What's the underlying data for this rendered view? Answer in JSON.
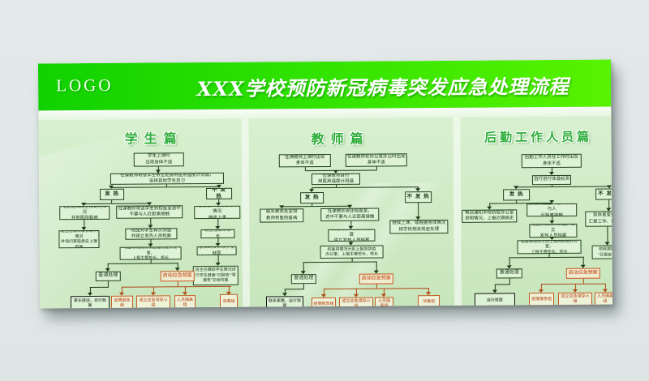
{
  "poster": {
    "header": {
      "logo": "LOGO",
      "title": "XXX学校预防新冠病毒突发应急处理流程"
    },
    "colors": {
      "header_green_left": "#10d100",
      "header_green_right": "#58f300",
      "panel_green": "#d2ecc9",
      "flow_border": "#20421c",
      "emergency_accent": "#c3571f"
    },
    "sections": [
      {
        "title": "学生篇",
        "flow": {
          "start": "学生上课时\n出现身体不适",
          "measure": "任课教师将该学生带至走廊用医用温度计测温，\n安排其他学生自习",
          "fever": "发 热",
          "no_fever": "不 发 热",
          "fever_left": "电话通知班主任说明情况\n并到医院看病",
          "fever_mid": "任课教师带该学生到校医室途中\n不要与人近距离接触",
          "no_fever_1": "电话通知班主任说明情况\n继续上课",
          "left_2": "班主任联系家长说明情况\n并询问家庭病史上报校医",
          "mid_2": "校医对学生再次测温\n并建立发热人员档案",
          "no_fever_2": "班主任联系家长",
          "mid_3": "校医将情况分别上报防疫办公室，\n上报主管校长、校长",
          "no_fever_3": "家长到校带领学生就医",
          "no_fever_4": "班主任跟踪学生情况进行学生健康“日报告”“零报告”交给校医",
          "normal": "普通处理",
          "emergency": "启动应急预案",
          "normal_child": "家长接送，自行就医",
          "emergency_children": [
            "疫情报告组",
            "成立应急领导小组",
            "人员隔离组",
            "消毒组"
          ]
        }
      },
      {
        "title": "教师篇",
        "flow": {
          "start_a": "任课教师上课时出现\n身体不适",
          "start_b": "任课教师在办公室办公时出现\n身体不适",
          "measure": "任课教师自行\n用医用温度计测温",
          "fever": "发 热",
          "no_fever": "不 发 热",
          "fever_left": "联系教务处安排\n教师到医院看病",
          "fever_mid": "任课教师去往校医室，\n途中不要与人近距离接触",
          "no_fever_1": "继续上课，或根据身体情况\n按学校相关规定处理",
          "mid_2": "校医对教师再次测温度\n建立发热人员档案",
          "mid_3": "校医将情况分别上报到防疫\n办公室、上报主管校长、校长",
          "normal": "普通处理",
          "emergency": "启动应急预案",
          "normal_child": "联系家属，自行就医",
          "emergency_children": [
            "疫情报告组",
            "成立应急领导小组",
            "人员隔离组",
            "消毒组"
          ]
        }
      },
      {
        "title": "后勤工作人员篇",
        "flow": {
          "start": "后勤工作人员在工作时出现\n身体不适",
          "measure": "自行进行体温检测",
          "fever": "发 热",
          "no_fever": "不 发 热",
          "fever_left": "电话通知学校防疫办公室\n说明情况，上报近期病史",
          "fever_mid": "去往校医室，途中不要与人\n近距离接触",
          "no_fever_1": "到休息室休息，\n汇报工作、休息情况",
          "mid_2": "校医对其再次测温并建立\n发热人员档案",
          "mid_3": "校医将情况分别上报到防疫办公室，\n上报主管校长、校长",
          "no_fever_2": "校医跟踪其健康\n“日报告”“零报告”",
          "normal": "普通处理",
          "emergency": "启动应急预案",
          "normal_child": "自行就医",
          "emergency_children": [
            "疫情报告组",
            "成立应急领导小组",
            "人员隔离组"
          ]
        }
      }
    ]
  }
}
